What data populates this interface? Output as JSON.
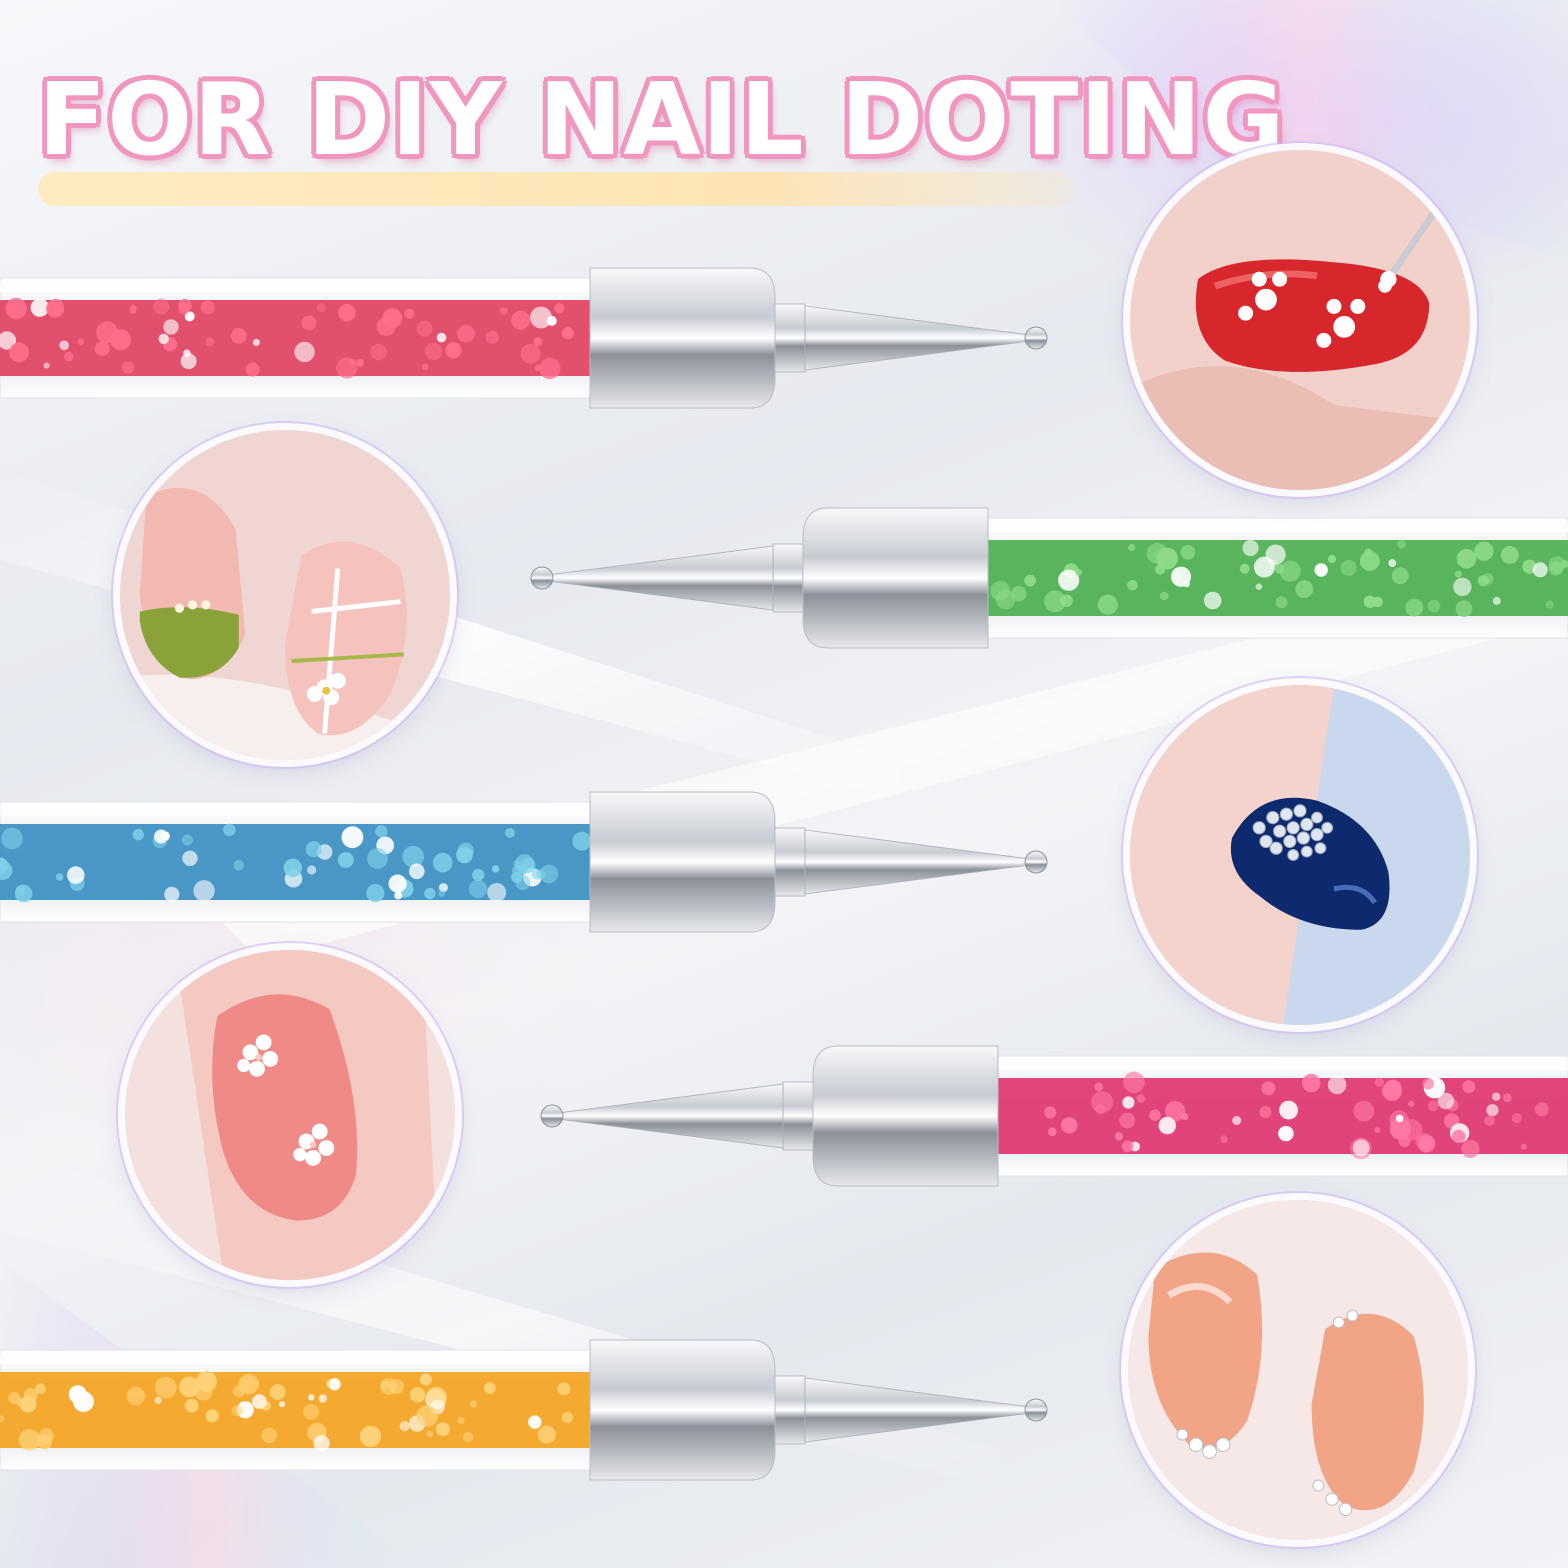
{
  "banner": {
    "title": "FOR DIY NAIL DOTING"
  },
  "tools": [
    {
      "id": "tool-red",
      "handle_color": "#e0425f",
      "glitter_color": "#ff6f8c",
      "side": "left"
    },
    {
      "id": "tool-green",
      "handle_color": "#4caf50",
      "glitter_color": "#8fdc8a",
      "side": "right"
    },
    {
      "id": "tool-blue",
      "handle_color": "#3b8fc2",
      "glitter_color": "#7fd1e8",
      "side": "left"
    },
    {
      "id": "tool-magenta",
      "handle_color": "#e0356f",
      "glitter_color": "#ff7aa5",
      "side": "right"
    },
    {
      "id": "tool-orange",
      "handle_color": "#f4a320",
      "glitter_color": "#ffd37a",
      "side": "left"
    }
  ],
  "examples": [
    {
      "id": "red-nail-dots",
      "nail_color": "#d7262c",
      "dot_color": "#ffffff"
    },
    {
      "id": "green-french-flower",
      "nail_color": "#8aa23a",
      "dot_color": "#ffffff"
    },
    {
      "id": "navy-rhinestone",
      "nail_color": "#0e2a6e",
      "dot_color": "#dfe6f2"
    },
    {
      "id": "pink-flower-dots",
      "nail_color": "#f08a86",
      "dot_color": "#ffffff"
    },
    {
      "id": "peach-gradient-gems",
      "nail_color": "#f2a487",
      "dot_color": "#ffffff"
    }
  ]
}
